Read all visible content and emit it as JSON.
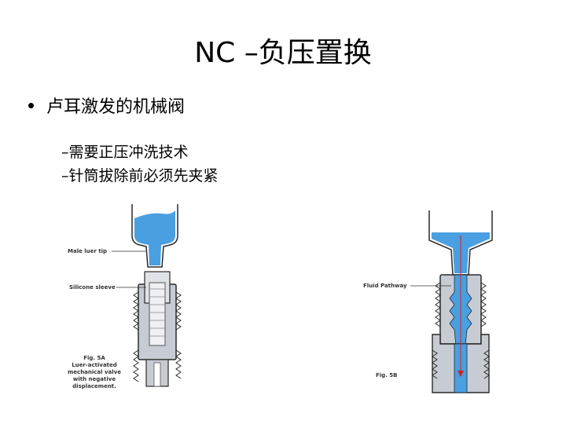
{
  "slide": {
    "title": "NC –负压置换",
    "bullet": "卢耳激发的机械阀",
    "sub_items": [
      "–需要正压冲洗技术",
      "–针筒拔除前必须先夹紧"
    ]
  },
  "figure_a": {
    "label_tip": "Male luer tip",
    "label_sleeve": "Silicone sleeve",
    "caption": [
      "Fig. 5A",
      "Luer-activated",
      "mechanical valve",
      "with negative",
      "displacement."
    ]
  },
  "figure_b": {
    "label_pathway": "Fluid Pathway",
    "caption": "Fig. 5B"
  },
  "colors": {
    "fluid": "#4a9fe0",
    "body": "#c7ccd4",
    "outline": "#2a2a2a",
    "arrow": "#d02020"
  }
}
